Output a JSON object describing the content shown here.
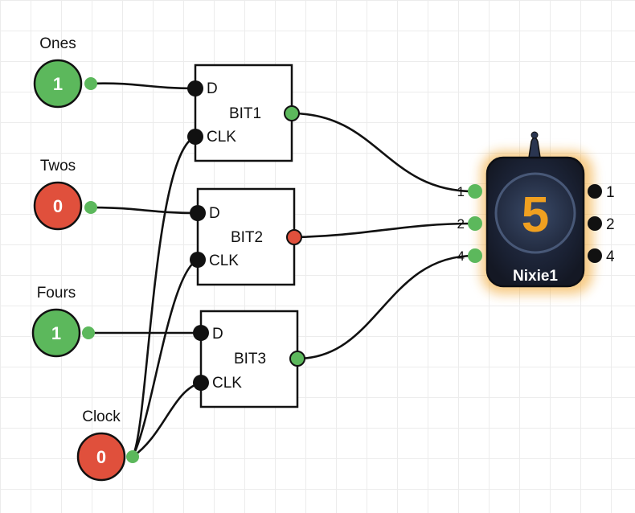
{
  "inputs": [
    {
      "label": "Ones",
      "value": "1",
      "state": "on"
    },
    {
      "label": "Twos",
      "value": "0",
      "state": "off"
    },
    {
      "label": "Fours",
      "value": "1",
      "state": "on"
    },
    {
      "label": "Clock",
      "value": "0",
      "state": "off"
    }
  ],
  "flipflops": [
    {
      "name": "BIT1",
      "d_label": "D",
      "clk_label": "CLK",
      "output_state": "on"
    },
    {
      "name": "BIT2",
      "d_label": "D",
      "clk_label": "CLK",
      "output_state": "off"
    },
    {
      "name": "BIT3",
      "d_label": "D",
      "clk_label": "CLK",
      "output_state": "on"
    }
  ],
  "nixie": {
    "name": "Nixie1",
    "digit": "5",
    "input_labels": [
      "1",
      "2",
      "4"
    ],
    "output_labels": [
      "1",
      "2",
      "4"
    ]
  },
  "colors": {
    "on": "#5cb85c",
    "off": "#e0503c",
    "pin": "#111111",
    "wire": "#111111",
    "nixie_digit": "#f0a020"
  }
}
